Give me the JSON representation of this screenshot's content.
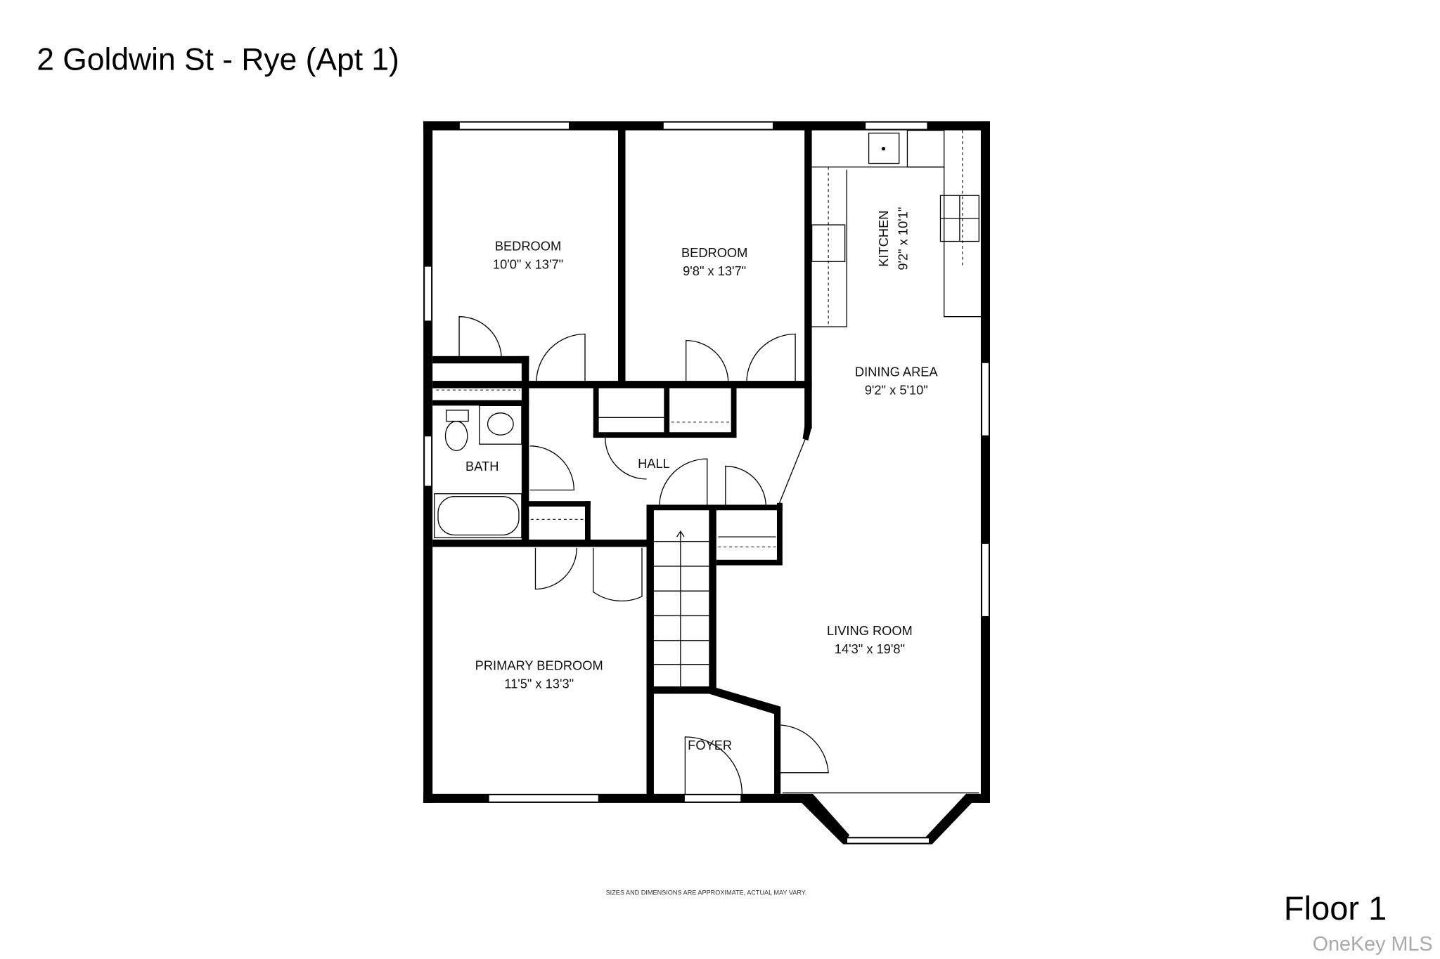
{
  "title": "2 Goldwin St - Rye (Apt 1)",
  "floor_label": "Floor 1",
  "disclaimer": "SIZES AND DIMENSIONS ARE APPROXIMATE, ACTUAL MAY VARY.",
  "watermark": "OneKey MLS",
  "rooms": {
    "bedroom1": {
      "name": "BEDROOM",
      "size": "10'0\" x 13'7\""
    },
    "bedroom2": {
      "name": "BEDROOM",
      "size": "9'8\" x 13'7\""
    },
    "kitchen": {
      "name": "KITCHEN",
      "size": "9'2\" x 10'1\""
    },
    "dining": {
      "name": "DINING AREA",
      "size": "9'2\" x 5'10\""
    },
    "bath": {
      "name": "BATH"
    },
    "hall": {
      "name": "HALL"
    },
    "living": {
      "name": "LIVING ROOM",
      "size": "14'3\" x 19'8\""
    },
    "primary": {
      "name": "PRIMARY BEDROOM",
      "size": "11'5\" x 13'3\""
    },
    "foyer": {
      "name": "FOYER"
    }
  }
}
